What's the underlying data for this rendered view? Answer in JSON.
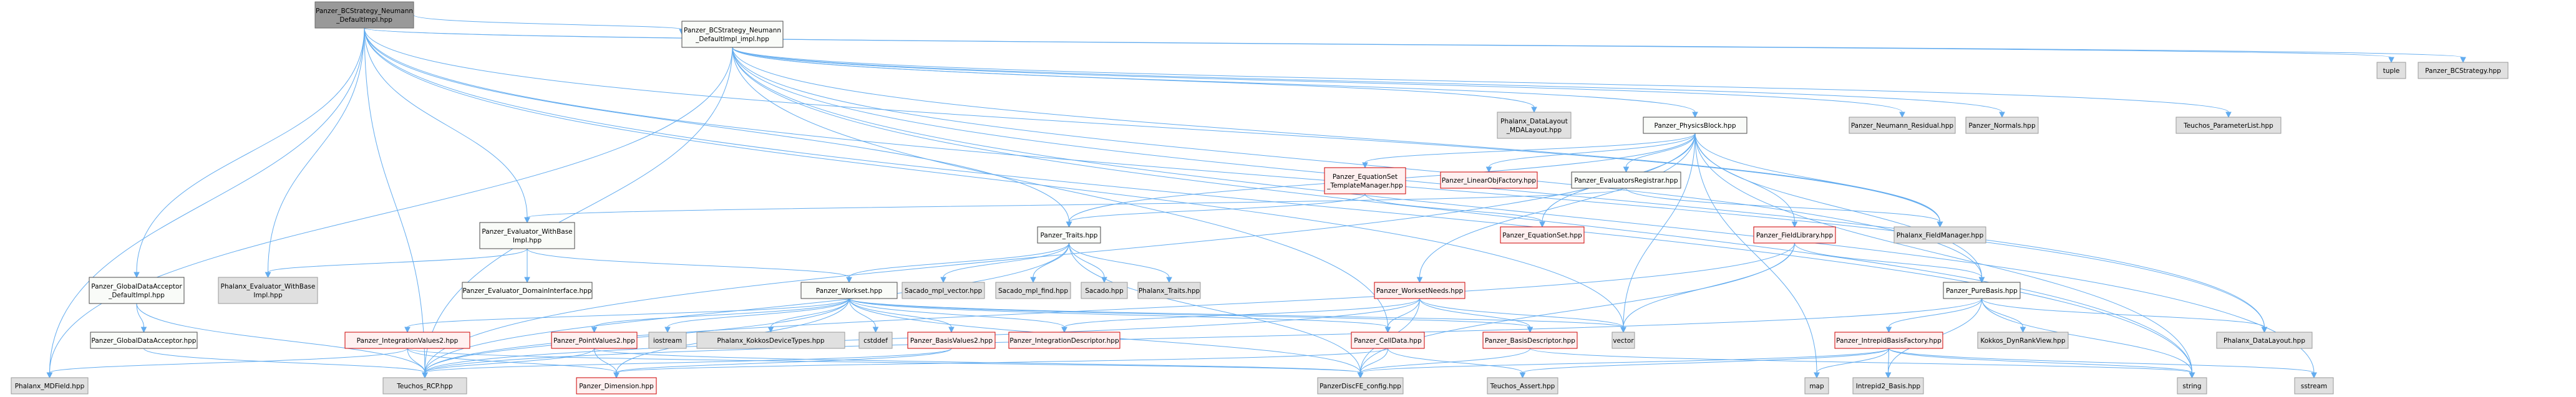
{
  "diagram": {
    "type": "include-dependency-graph",
    "root": "root",
    "styles": {
      "root": {
        "fill": "#999999",
        "stroke": "#666666"
      },
      "doc": {
        "fill": "#f9fbf8",
        "stroke": "#4a4a4a"
      },
      "external": {
        "fill": "#e0e0e0",
        "stroke": "#999999"
      },
      "missing": {
        "fill": "#fff0f0",
        "stroke": "#cc0000"
      },
      "edge": "#63acef"
    },
    "nodes": [
      {
        "id": "root",
        "lines": [
          "Panzer_BCStrategy_Neumann",
          "_DefaultImpl.hpp"
        ],
        "kind": "root"
      },
      {
        "id": "impl",
        "lines": [
          "Panzer_BCStrategy_Neumann",
          "_DefaultImpl_impl.hpp"
        ],
        "kind": "doc"
      },
      {
        "id": "tuple",
        "lines": [
          "tuple"
        ],
        "kind": "external"
      },
      {
        "id": "bcstrat",
        "lines": [
          "Panzer_BCStrategy.hpp"
        ],
        "kind": "external"
      },
      {
        "id": "mdalayout",
        "lines": [
          "Phalanx_DataLayout",
          "_MDALayout.hpp"
        ],
        "kind": "external"
      },
      {
        "id": "physblock",
        "lines": [
          "Panzer_PhysicsBlock.hpp"
        ],
        "kind": "doc"
      },
      {
        "id": "neures",
        "lines": [
          "Panzer_Neumann_Residual.hpp"
        ],
        "kind": "external"
      },
      {
        "id": "normals",
        "lines": [
          "Panzer_Normals.hpp"
        ],
        "kind": "external"
      },
      {
        "id": "paramlist",
        "lines": [
          "Teuchos_ParameterList.hpp"
        ],
        "kind": "external"
      },
      {
        "id": "eqtm",
        "lines": [
          "Panzer_EquationSet",
          "_TemplateManager.hpp"
        ],
        "kind": "missing"
      },
      {
        "id": "linobj",
        "lines": [
          "Panzer_LinearObjFactory.hpp"
        ],
        "kind": "missing"
      },
      {
        "id": "evreg",
        "lines": [
          "Panzer_EvaluatorsRegistrar.hpp"
        ],
        "kind": "doc"
      },
      {
        "id": "evwb",
        "lines": [
          "Panzer_Evaluator_WithBase",
          "Impl.hpp"
        ],
        "kind": "doc"
      },
      {
        "id": "traits",
        "lines": [
          "Panzer_Traits.hpp"
        ],
        "kind": "doc"
      },
      {
        "id": "eqset",
        "lines": [
          "Panzer_EquationSet.hpp"
        ],
        "kind": "missing"
      },
      {
        "id": "fieldlib",
        "lines": [
          "Panzer_FieldLibrary.hpp"
        ],
        "kind": "missing"
      },
      {
        "id": "fieldmgr",
        "lines": [
          "Phalanx_FieldManager.hpp"
        ],
        "kind": "external"
      },
      {
        "id": "gdadef",
        "lines": [
          "Panzer_GlobalDataAcceptor",
          "_DefaultImpl.hpp"
        ],
        "kind": "doc"
      },
      {
        "id": "phxevwb",
        "lines": [
          "Phalanx_Evaluator_WithBase",
          "Impl.hpp"
        ],
        "kind": "external"
      },
      {
        "id": "evdom",
        "lines": [
          "Panzer_Evaluator_DomainInterface.hpp"
        ],
        "kind": "doc"
      },
      {
        "id": "workset",
        "lines": [
          "Panzer_Workset.hpp"
        ],
        "kind": "doc"
      },
      {
        "id": "smplvec",
        "lines": [
          "Sacado_mpl_vector.hpp"
        ],
        "kind": "external"
      },
      {
        "id": "smplfind",
        "lines": [
          "Sacado_mpl_find.hpp"
        ],
        "kind": "external"
      },
      {
        "id": "sacado",
        "lines": [
          "Sacado.hpp"
        ],
        "kind": "external"
      },
      {
        "id": "phxtraits",
        "lines": [
          "Phalanx_Traits.hpp"
        ],
        "kind": "external"
      },
      {
        "id": "wsneeds",
        "lines": [
          "Panzer_WorksetNeeds.hpp"
        ],
        "kind": "missing"
      },
      {
        "id": "purebasis",
        "lines": [
          "Panzer_PureBasis.hpp"
        ],
        "kind": "doc"
      },
      {
        "id": "gda",
        "lines": [
          "Panzer_GlobalDataAcceptor.hpp"
        ],
        "kind": "doc"
      },
      {
        "id": "intval",
        "lines": [
          "Panzer_IntegrationValues2.hpp"
        ],
        "kind": "missing"
      },
      {
        "id": "ptval",
        "lines": [
          "Panzer_PointValues2.hpp"
        ],
        "kind": "missing"
      },
      {
        "id": "iostream",
        "lines": [
          "iostream"
        ],
        "kind": "external"
      },
      {
        "id": "kokkosdev",
        "lines": [
          "Phalanx_KokkosDeviceTypes.hpp"
        ],
        "kind": "external"
      },
      {
        "id": "cstddef",
        "lines": [
          "cstddef"
        ],
        "kind": "external"
      },
      {
        "id": "basval",
        "lines": [
          "Panzer_BasisValues2.hpp"
        ],
        "kind": "missing"
      },
      {
        "id": "intdesc",
        "lines": [
          "Panzer_IntegrationDescriptor.hpp"
        ],
        "kind": "missing"
      },
      {
        "id": "celldata",
        "lines": [
          "Panzer_CellData.hpp"
        ],
        "kind": "missing"
      },
      {
        "id": "basdesc",
        "lines": [
          "Panzer_BasisDescriptor.hpp"
        ],
        "kind": "missing"
      },
      {
        "id": "vector",
        "lines": [
          "vector"
        ],
        "kind": "external"
      },
      {
        "id": "intrepfac",
        "lines": [
          "Panzer_IntrepidBasisFactory.hpp"
        ],
        "kind": "missing"
      },
      {
        "id": "dynrank",
        "lines": [
          "Kokkos_DynRankView.hpp"
        ],
        "kind": "external"
      },
      {
        "id": "datalayout",
        "lines": [
          "Phalanx_DataLayout.hpp"
        ],
        "kind": "external"
      },
      {
        "id": "mdfield",
        "lines": [
          "Phalanx_MDField.hpp"
        ],
        "kind": "external"
      },
      {
        "id": "rcp",
        "lines": [
          "Teuchos_RCP.hpp"
        ],
        "kind": "external"
      },
      {
        "id": "dimension",
        "lines": [
          "Panzer_Dimension.hpp"
        ],
        "kind": "missing"
      },
      {
        "id": "discfe",
        "lines": [
          "PanzerDiscFE_config.hpp"
        ],
        "kind": "external"
      },
      {
        "id": "assert",
        "lines": [
          "Teuchos_Assert.hpp"
        ],
        "kind": "external"
      },
      {
        "id": "map",
        "lines": [
          "map"
        ],
        "kind": "external"
      },
      {
        "id": "intrepbasis",
        "lines": [
          "Intrepid2_Basis.hpp"
        ],
        "kind": "external"
      },
      {
        "id": "string",
        "lines": [
          "string"
        ],
        "kind": "external"
      },
      {
        "id": "sstream",
        "lines": [
          "sstream"
        ],
        "kind": "external"
      }
    ],
    "edges": [
      [
        "root",
        "impl"
      ],
      [
        "root",
        "tuple"
      ],
      [
        "root",
        "bcstrat"
      ],
      [
        "root",
        "traits"
      ],
      [
        "root",
        "evwb"
      ],
      [
        "root",
        "gdadef"
      ],
      [
        "root",
        "phxevwb"
      ],
      [
        "root",
        "mdfield"
      ],
      [
        "root",
        "rcp"
      ],
      [
        "root",
        "fieldmgr"
      ],
      [
        "root",
        "string"
      ],
      [
        "root",
        "vector"
      ],
      [
        "root",
        "datalayout"
      ],
      [
        "impl",
        "mdalayout"
      ],
      [
        "impl",
        "physblock"
      ],
      [
        "impl",
        "neures"
      ],
      [
        "impl",
        "normals"
      ],
      [
        "impl",
        "paramlist"
      ],
      [
        "impl",
        "celldata"
      ],
      [
        "impl",
        "purebasis"
      ],
      [
        "impl",
        "fieldmgr"
      ],
      [
        "impl",
        "datalayout"
      ],
      [
        "impl",
        "rcp"
      ],
      [
        "impl",
        "string"
      ],
      [
        "impl",
        "sstream"
      ],
      [
        "impl",
        "mdfield"
      ],
      [
        "physblock",
        "eqtm"
      ],
      [
        "physblock",
        "linobj"
      ],
      [
        "physblock",
        "evreg"
      ],
      [
        "physblock",
        "traits"
      ],
      [
        "physblock",
        "eqset"
      ],
      [
        "physblock",
        "fieldlib"
      ],
      [
        "physblock",
        "fieldmgr"
      ],
      [
        "physblock",
        "wsneeds"
      ],
      [
        "physblock",
        "vector"
      ],
      [
        "physblock",
        "map"
      ],
      [
        "physblock",
        "string"
      ],
      [
        "physblock",
        "rcp"
      ],
      [
        "physblock",
        "purebasis"
      ],
      [
        "eqtm",
        "traits"
      ],
      [
        "eqtm",
        "eqset"
      ],
      [
        "evreg",
        "fieldmgr"
      ],
      [
        "evreg",
        "evwb"
      ],
      [
        "evwb",
        "phxevwb"
      ],
      [
        "evwb",
        "evdom"
      ],
      [
        "evwb",
        "workset"
      ],
      [
        "traits",
        "workset"
      ],
      [
        "traits",
        "smplvec"
      ],
      [
        "traits",
        "smplfind"
      ],
      [
        "traits",
        "sacado"
      ],
      [
        "traits",
        "phxtraits"
      ],
      [
        "traits",
        "discfe"
      ],
      [
        "traits",
        "rcp"
      ],
      [
        "fieldlib",
        "purebasis"
      ],
      [
        "fieldlib",
        "vector"
      ],
      [
        "fieldlib",
        "rcp"
      ],
      [
        "fieldlib",
        "discfe"
      ],
      [
        "gdadef",
        "gda"
      ],
      [
        "gdadef",
        "rcp"
      ],
      [
        "gda",
        "rcp"
      ],
      [
        "workset",
        "intval"
      ],
      [
        "workset",
        "ptval"
      ],
      [
        "workset",
        "iostream"
      ],
      [
        "workset",
        "kokkosdev"
      ],
      [
        "workset",
        "cstddef"
      ],
      [
        "workset",
        "basval"
      ],
      [
        "workset",
        "intdesc"
      ],
      [
        "workset",
        "celldata"
      ],
      [
        "workset",
        "basdesc"
      ],
      [
        "workset",
        "vector"
      ],
      [
        "workset",
        "dimension"
      ],
      [
        "workset",
        "rcp"
      ],
      [
        "workset",
        "discfe"
      ],
      [
        "wsneeds",
        "celldata"
      ],
      [
        "wsneeds",
        "basdesc"
      ],
      [
        "wsneeds",
        "intdesc"
      ],
      [
        "wsneeds",
        "vector"
      ],
      [
        "wsneeds",
        "discfe"
      ],
      [
        "wsneeds",
        "rcp"
      ],
      [
        "purebasis",
        "intrepfac"
      ],
      [
        "purebasis",
        "dynrank"
      ],
      [
        "purebasis",
        "datalayout"
      ],
      [
        "purebasis",
        "intrepbasis"
      ],
      [
        "purebasis",
        "string"
      ],
      [
        "purebasis",
        "rcp"
      ],
      [
        "intval",
        "mdfield"
      ],
      [
        "intval",
        "rcp"
      ],
      [
        "intval",
        "dimension"
      ],
      [
        "intval",
        "discfe"
      ],
      [
        "ptval",
        "dimension"
      ],
      [
        "ptval",
        "rcp"
      ],
      [
        "ptval",
        "discfe"
      ],
      [
        "basval",
        "dimension"
      ],
      [
        "basval",
        "rcp"
      ],
      [
        "celldata",
        "discfe"
      ],
      [
        "celldata",
        "assert"
      ],
      [
        "celldata",
        "dimension"
      ],
      [
        "basdesc",
        "discfe"
      ],
      [
        "basdesc",
        "string"
      ],
      [
        "intrepfac",
        "map"
      ],
      [
        "intrepfac",
        "intrepbasis"
      ],
      [
        "intrepfac",
        "string"
      ],
      [
        "intrepfac",
        "sstream"
      ],
      [
        "intrepfac",
        "assert"
      ],
      [
        "intrepfac",
        "discfe"
      ]
    ]
  }
}
